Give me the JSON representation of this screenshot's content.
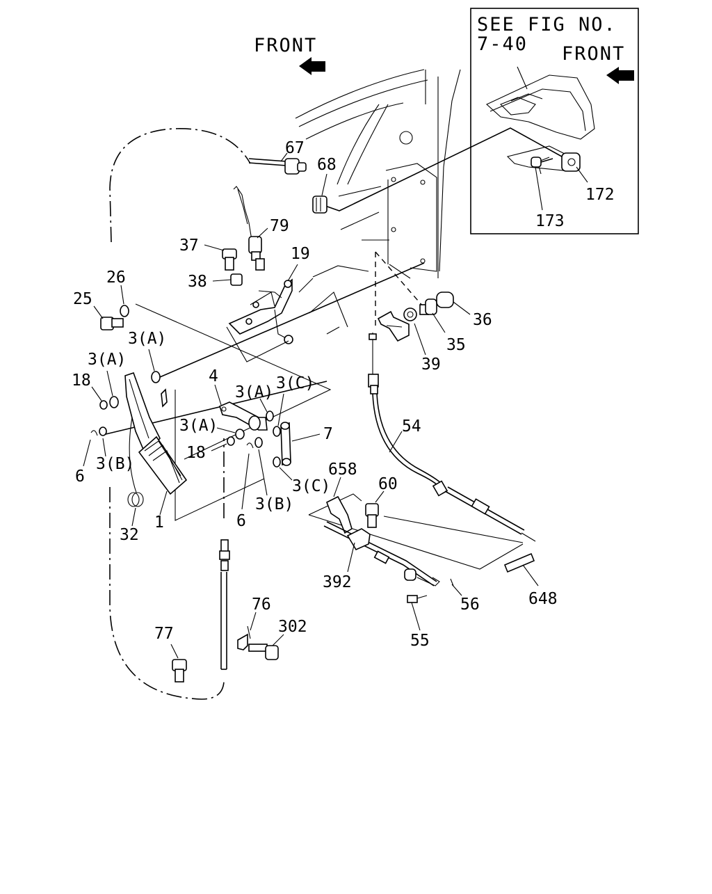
{
  "header": {
    "front_label": "FRONT"
  },
  "inset": {
    "see_line1": "SEE FIG NO.",
    "see_line2": "7-40",
    "front_label": "FRONT"
  },
  "callouts": {
    "p1": "1",
    "p4": "4",
    "p6a": "6",
    "p6b": "6",
    "p7": "7",
    "p18a": "18",
    "p18b": "18",
    "p19": "19",
    "p25": "25",
    "p26": "26",
    "p32": "32",
    "p35": "35",
    "p36": "36",
    "p37": "37",
    "p38": "38",
    "p39": "39",
    "p54": "54",
    "p55": "55",
    "p56": "56",
    "p60": "60",
    "p67": "67",
    "p68": "68",
    "p76": "76",
    "p77": "77",
    "p79": "79",
    "p172": "172",
    "p173": "173",
    "p302": "302",
    "p392": "392",
    "p648": "648",
    "p658": "658",
    "p3a1": "3(A)",
    "p3a2": "3(A)",
    "p3a3": "3(A)",
    "p3a4": "3(A)",
    "p3b1": "3(B)",
    "p3b2": "3(B)",
    "p3c1": "3(C)",
    "p3c2": "3(C)"
  }
}
